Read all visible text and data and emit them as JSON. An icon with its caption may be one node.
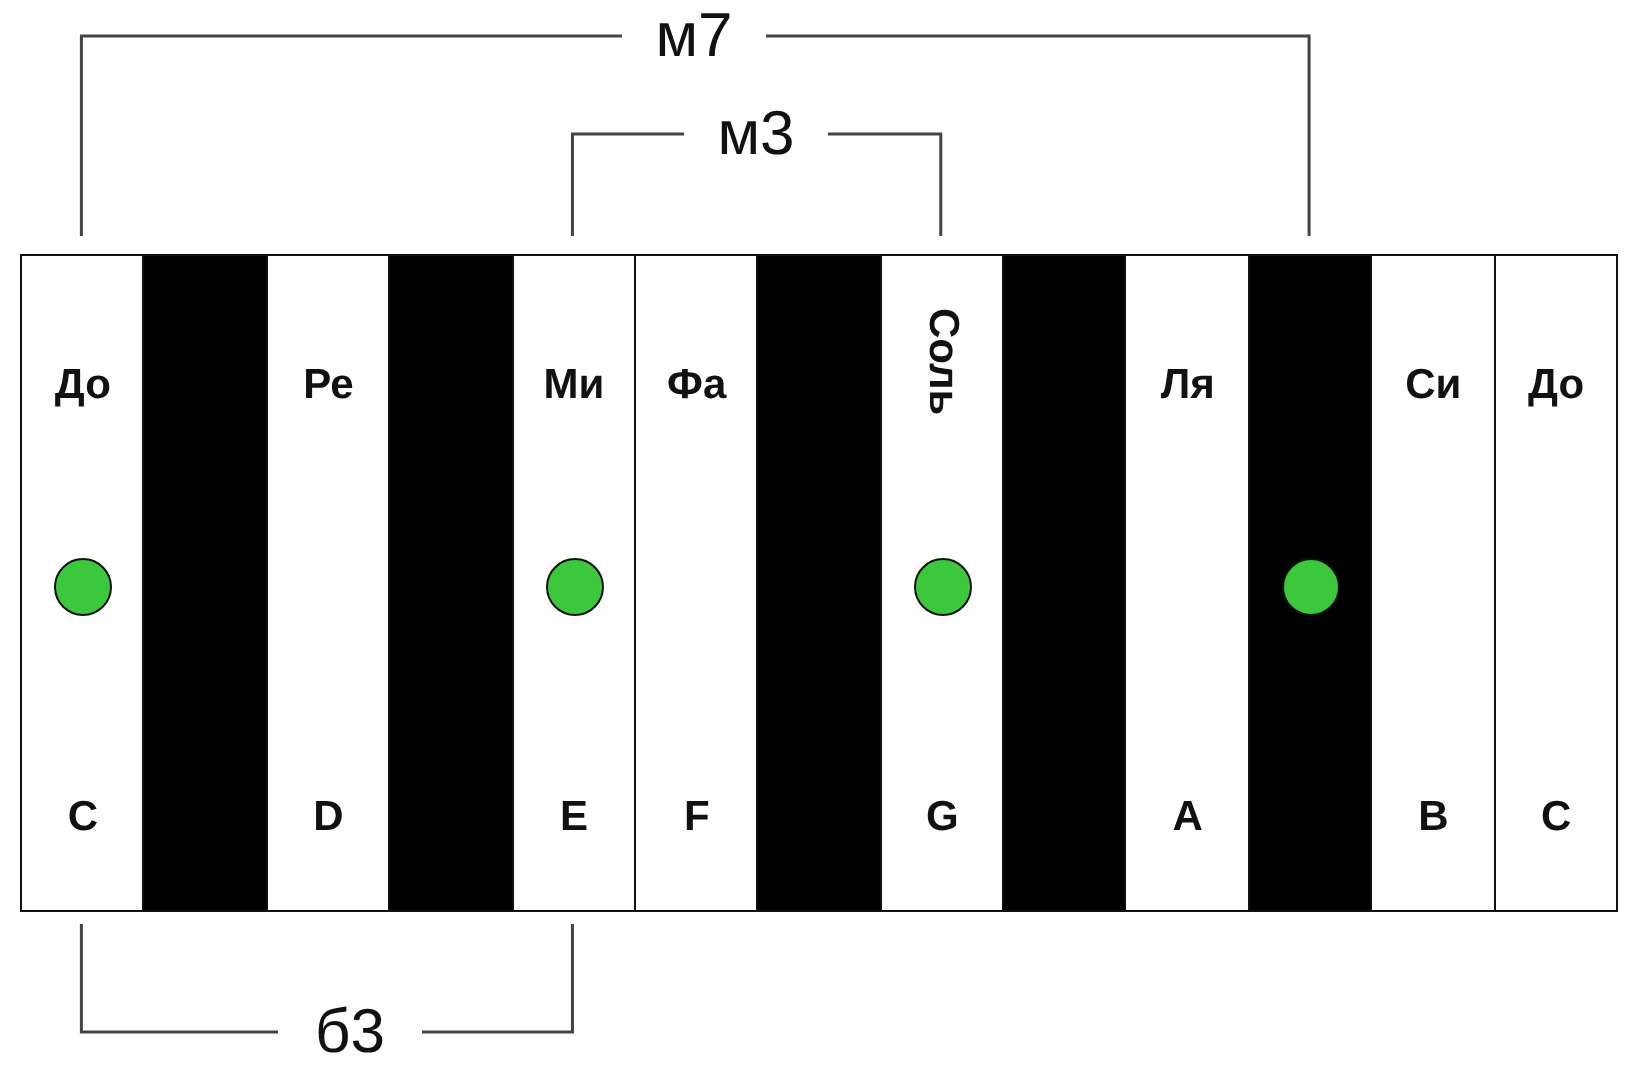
{
  "diagram": {
    "nodes": [
      {
        "text": [
          "До",
          "C"
        ]
      },
      {
        "text": [],
        "shape": "circle",
        "in": 0
      },
      {
        "text": [],
        "shape": "box"
      },
      {
        "text": [
          "Ре",
          "D"
        ]
      },
      {
        "text": [],
        "shape": "box"
      },
      {
        "text": [
          "Ми",
          "E"
        ]
      },
      {
        "text": [],
        "shape": "circle",
        "in": 5
      },
      {
        "text": [
          "Фа",
          "F"
        ]
      },
      {
        "text": [],
        "shape": "box"
      },
      {
        "text": [
          "Соль",
          "G"
        ]
      },
      {
        "text": [],
        "shape": "circle",
        "in": 9
      },
      {
        "text": [],
        "shape": "box"
      },
      {
        "text": [
          "Ля",
          "A"
        ]
      },
      {
        "text": [],
        "shape": "box"
      },
      {
        "text": [],
        "shape": "circle",
        "in": 13
      },
      {
        "text": [
          "Си",
          "B"
        ]
      },
      {
        "text": [
          "До",
          "C"
        ]
      }
    ],
    "edges": [],
    "labels": [
      "м7",
      "м3",
      "б3"
    ]
  }
}
